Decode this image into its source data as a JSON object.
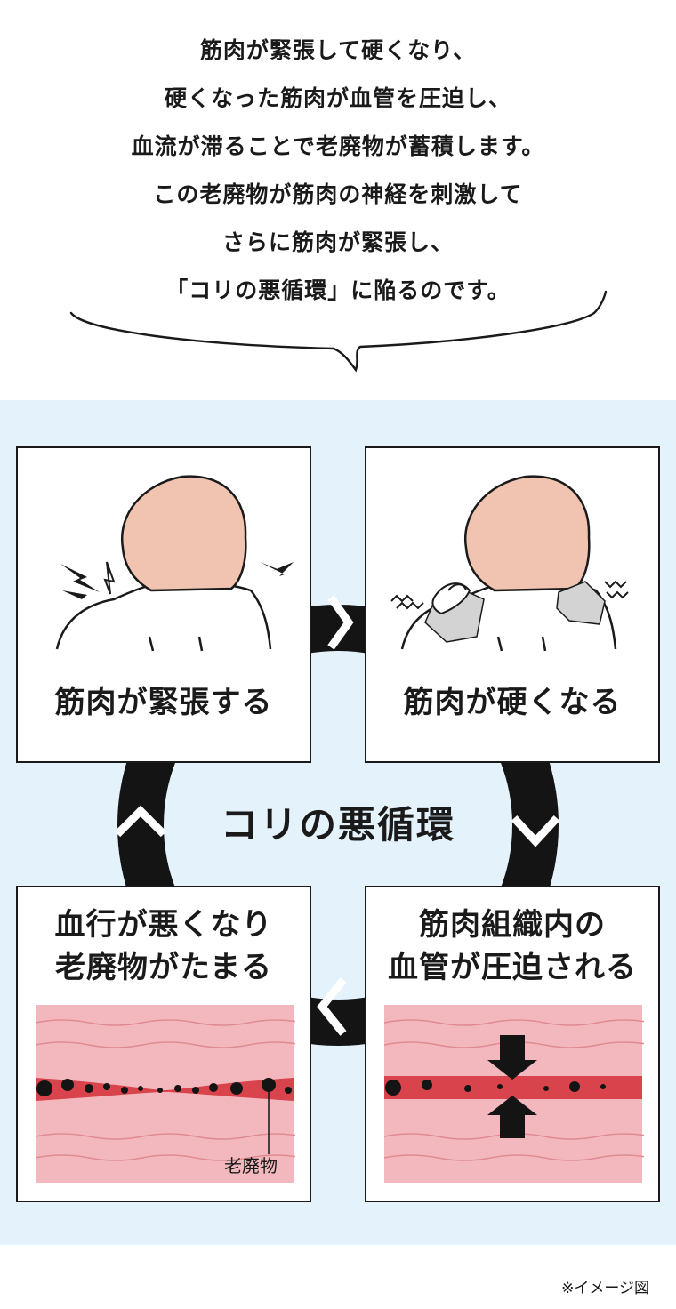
{
  "intro": {
    "lines": [
      "筋肉が緊張して硬くなり、",
      "硬くなった筋肉が血管を圧迫し、",
      "血流が滞ることで老廃物が蓄積します。",
      "この老廃物が筋肉の神経を刺激して",
      "さらに筋肉が緊張し、",
      "「コリの悪循環」に陥るのです。"
    ]
  },
  "cycle": {
    "title": "コリの悪循環",
    "steps": [
      {
        "id": "tension",
        "label_lines": [
          "筋肉が緊張する"
        ]
      },
      {
        "id": "hardening",
        "label_lines": [
          "筋肉が硬くなる"
        ]
      },
      {
        "id": "compression",
        "label_lines": [
          "筋肉組織内の",
          "血管が圧迫される"
        ]
      },
      {
        "id": "waste",
        "label_lines": [
          "血行が悪くなり",
          "老廃物がたまる"
        ],
        "callout": "老廃物"
      }
    ]
  },
  "colors": {
    "cycle_background": "#e4f2fb",
    "ring": "#141414",
    "hair": "#f0c4b0",
    "muscle": "#f3b8be",
    "vessel": "#d8434c",
    "stiff_patch": "#d3d3d3"
  },
  "footnote": "※イメージ図"
}
